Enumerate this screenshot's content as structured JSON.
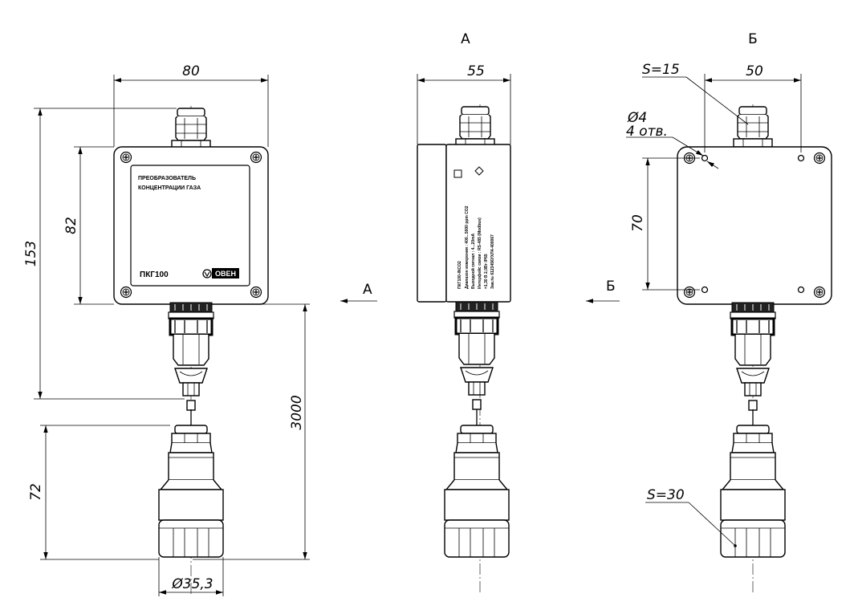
{
  "views": {
    "front": {
      "dim_width": "80",
      "dim_height_total": "153",
      "dim_height_box": "82",
      "dim_cable": "3000",
      "dim_sensor": "72",
      "dim_diameter": "Ø35,3",
      "label_line1": "ПРЕОБРАЗОВАТЕЛЬ",
      "label_line2": "КОНЦЕНТРАЦИИ ГАЗА",
      "model": "ПКГ100",
      "brand": "ОВЕН",
      "section_arrow": "А"
    },
    "side": {
      "title": "А",
      "dim_width": "55",
      "section_arrow": "Б",
      "spec_lines": [
        "ПКГ100-INCO2",
        "Диапазон измерения : 400...5000 ppm CO2",
        "Выходной сигнал : 4...20mA",
        "Интерфейс связи : RS-485 (Modbus)",
        "=1,30 В  2,0Вт                     IP65",
        "Зав.№ 6123456УХЛ4-400067"
      ]
    },
    "back": {
      "title": "Б",
      "dim_width": "50",
      "dim_height": "70",
      "wrench_top": "S=15",
      "hole_dia": "Ø4",
      "hole_count": "4 отв.",
      "wrench_bottom": "S=30"
    }
  }
}
